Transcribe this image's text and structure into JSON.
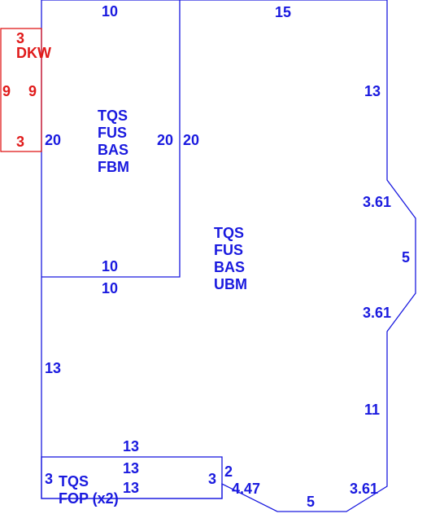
{
  "colors": {
    "primary": "#1a1adf",
    "secondary": "#e01b1b",
    "background": "#ffffff"
  },
  "main_room": {
    "labels": [
      "TQS",
      "FUS",
      "BAS",
      "UBM"
    ],
    "dims": {
      "top": "15",
      "right_upper": "13",
      "angle_upper": "3.61",
      "right_mid": "5",
      "angle_lower": "3.61",
      "right_lower": "11",
      "angle_bottom_right": "3.61",
      "bottom": "5",
      "angle_bottom_left": "4.47",
      "notch": "2",
      "left_lower": "13",
      "left_top": "20",
      "top_left_segment": "10"
    }
  },
  "upper_left_room": {
    "labels": [
      "TQS",
      "FUS",
      "BAS",
      "FBM"
    ],
    "dims": {
      "top": "10",
      "left": "20",
      "right": "20",
      "bottom": "10"
    }
  },
  "bottom_room": {
    "labels": [
      "TQS",
      "FOP (x2)"
    ],
    "dims": {
      "top_outer": "13",
      "top": "13",
      "bottom": "13",
      "left": "3",
      "right": "3"
    }
  },
  "red_room": {
    "label": "DKW",
    "dims": {
      "top": "3",
      "left": "9",
      "right": "9",
      "bottom": "3"
    }
  }
}
